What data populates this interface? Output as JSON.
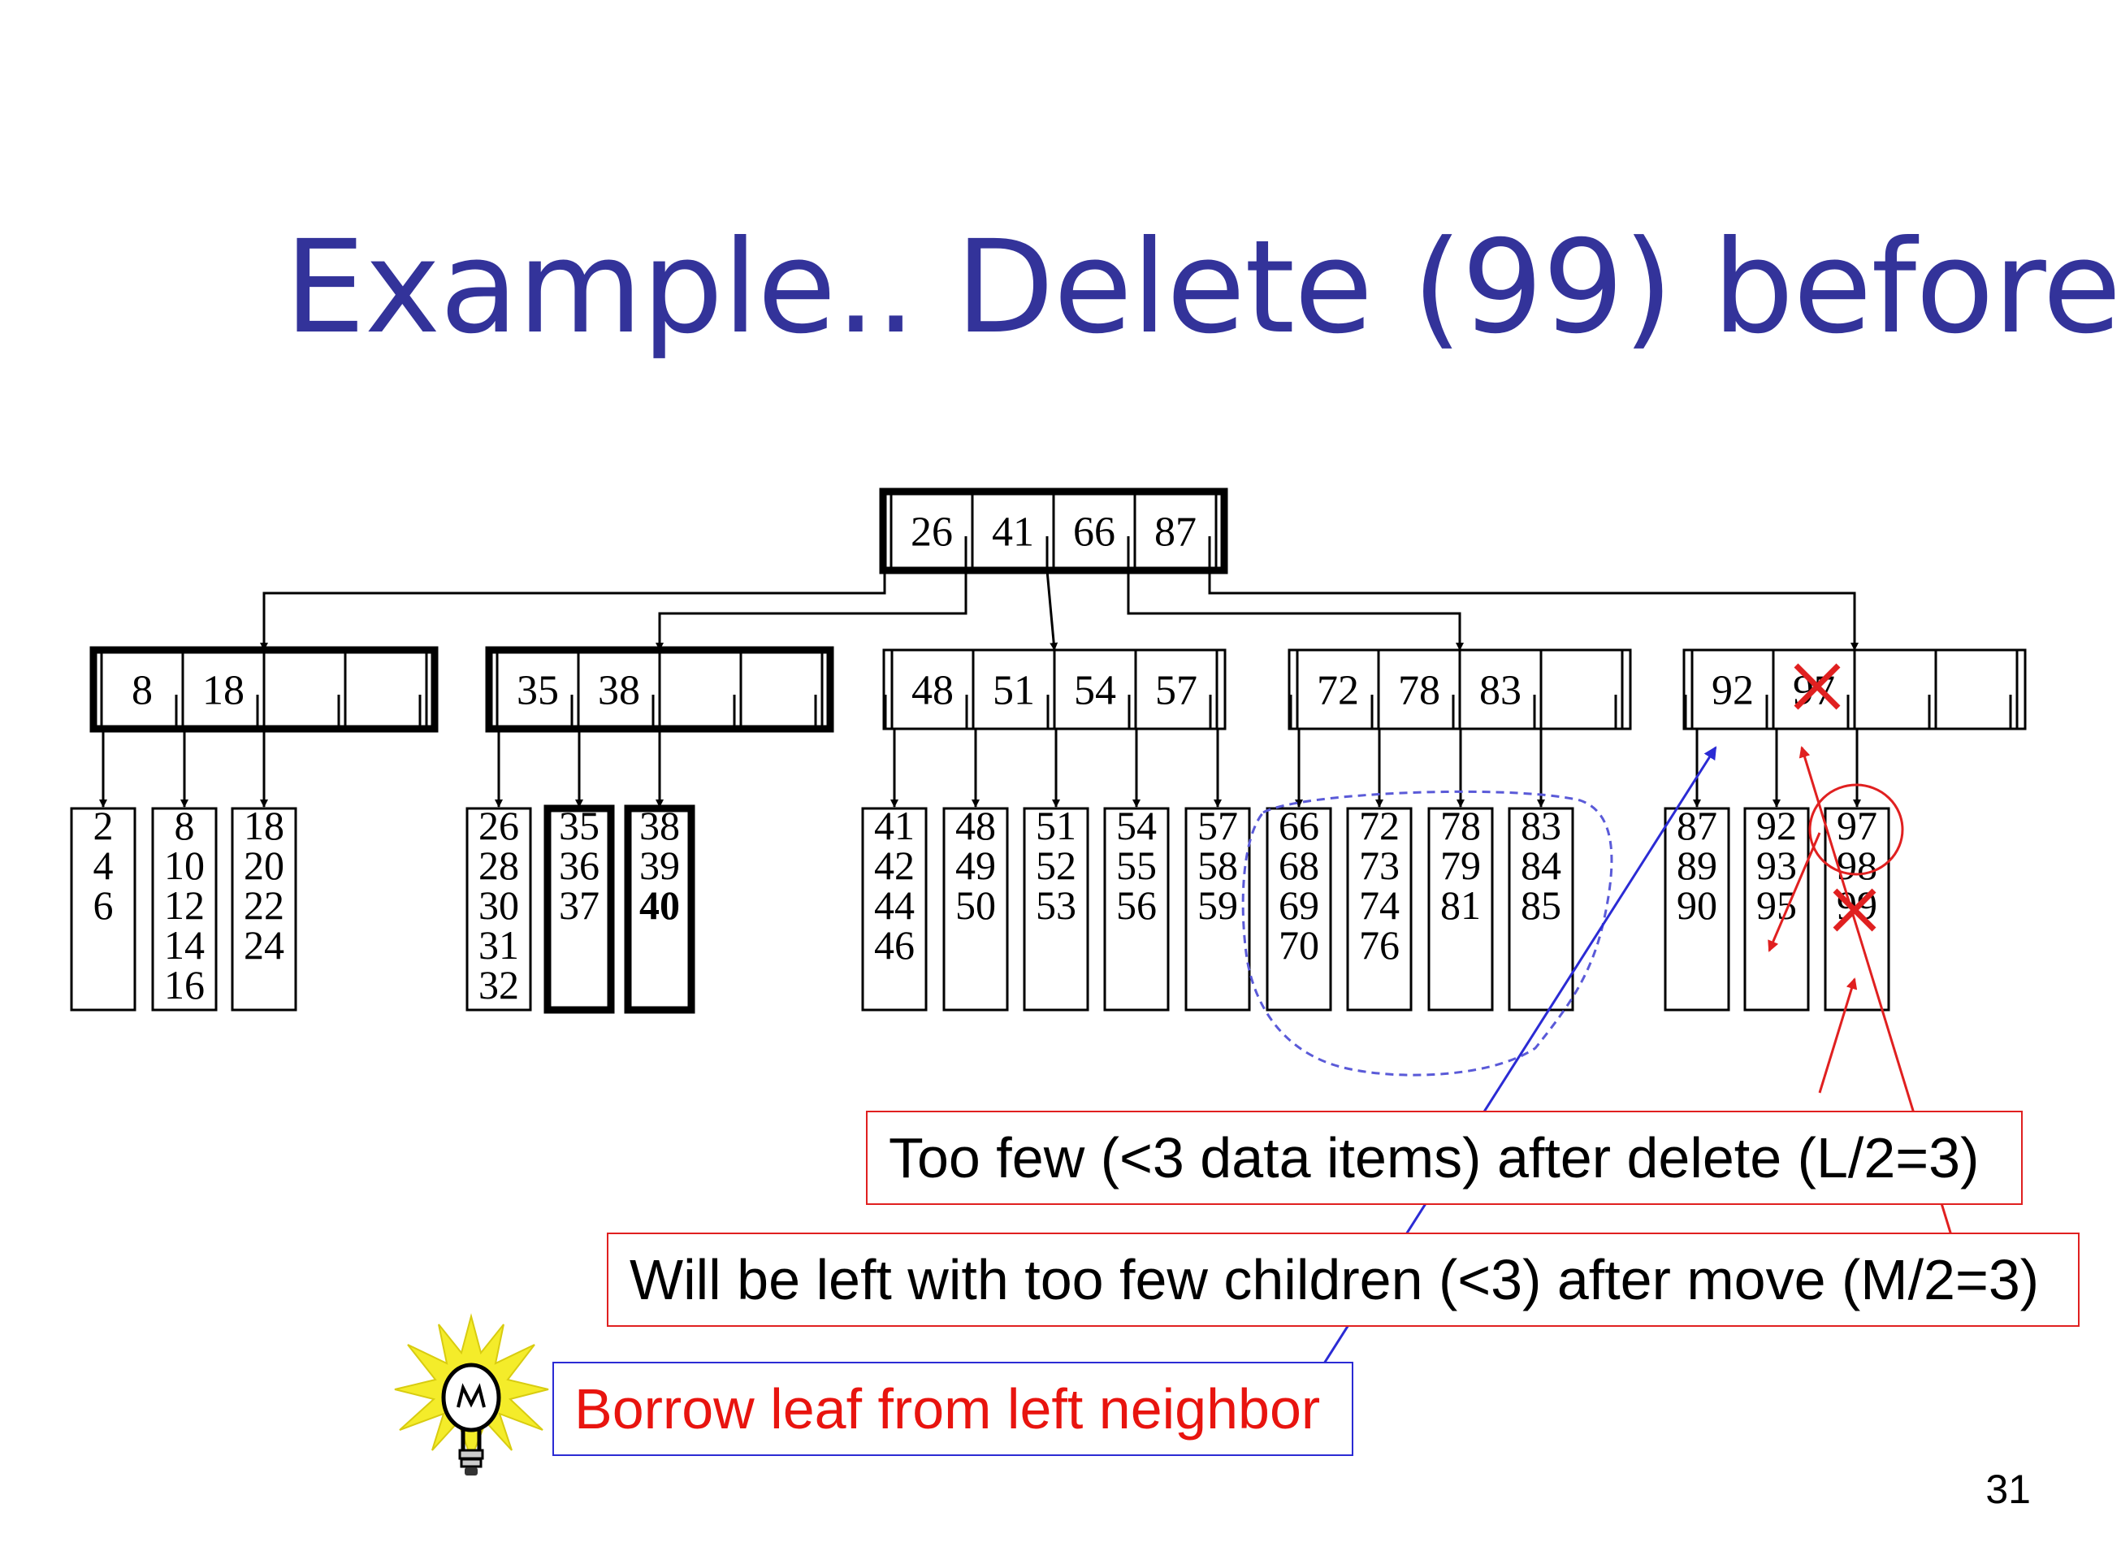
{
  "title": "Example.. Delete (99) before",
  "page_number": "31",
  "colors": {
    "title": "#33339a",
    "tree": "#000000",
    "red": "#e02020",
    "blue": "#2b2bd4",
    "dashed": "#5a5ad8",
    "borrow_text": "#e8140f"
  },
  "icon": "lightbulb-icon",
  "tree": {
    "root": {
      "keys": [
        "26",
        "41",
        "66",
        "87"
      ]
    },
    "internal": [
      {
        "keys": [
          "8",
          "18"
        ],
        "highlight": true
      },
      {
        "keys": [
          "35",
          "38"
        ],
        "highlight": true
      },
      {
        "keys": [
          "48",
          "51",
          "54",
          "57"
        ],
        "highlight": false
      },
      {
        "keys": [
          "72",
          "78",
          "83"
        ],
        "highlight": false
      },
      {
        "keys": [
          "92",
          "97"
        ],
        "highlight": false,
        "crossed_key": "97"
      }
    ],
    "leaves": [
      {
        "items": [
          "2",
          "4",
          "6"
        ]
      },
      {
        "items": [
          "8",
          "10",
          "12",
          "14",
          "16"
        ]
      },
      {
        "items": [
          "18",
          "20",
          "22",
          "24"
        ]
      },
      {
        "items": [
          "26",
          "28",
          "30",
          "31",
          "32"
        ]
      },
      {
        "items": [
          "35",
          "36",
          "37"
        ],
        "thick": true
      },
      {
        "items": [
          "38",
          "39",
          "40"
        ],
        "thick": true,
        "bold_item": "40"
      },
      {
        "items": [
          "41",
          "42",
          "44",
          "46"
        ]
      },
      {
        "items": [
          "48",
          "49",
          "50"
        ]
      },
      {
        "items": [
          "51",
          "52",
          "53"
        ]
      },
      {
        "items": [
          "54",
          "55",
          "56"
        ]
      },
      {
        "items": [
          "57",
          "58",
          "59"
        ]
      },
      {
        "items": [
          "66",
          "68",
          "69",
          "70"
        ]
      },
      {
        "items": [
          "72",
          "73",
          "74",
          "76"
        ]
      },
      {
        "items": [
          "78",
          "79",
          "81"
        ]
      },
      {
        "items": [
          "83",
          "84",
          "85"
        ]
      },
      {
        "items": [
          "87",
          "89",
          "90"
        ]
      },
      {
        "items": [
          "92",
          "93",
          "95"
        ]
      },
      {
        "items": [
          "97",
          "98",
          "99"
        ],
        "crossed_item": "99"
      }
    ]
  },
  "annotations": {
    "too_few_items": "Too few (<3 data items) after delete (L/2=3)",
    "too_few_children": "Will be left with too few children (<3) after move (M/2=3)",
    "borrow": "Borrow leaf from left neighbor"
  }
}
